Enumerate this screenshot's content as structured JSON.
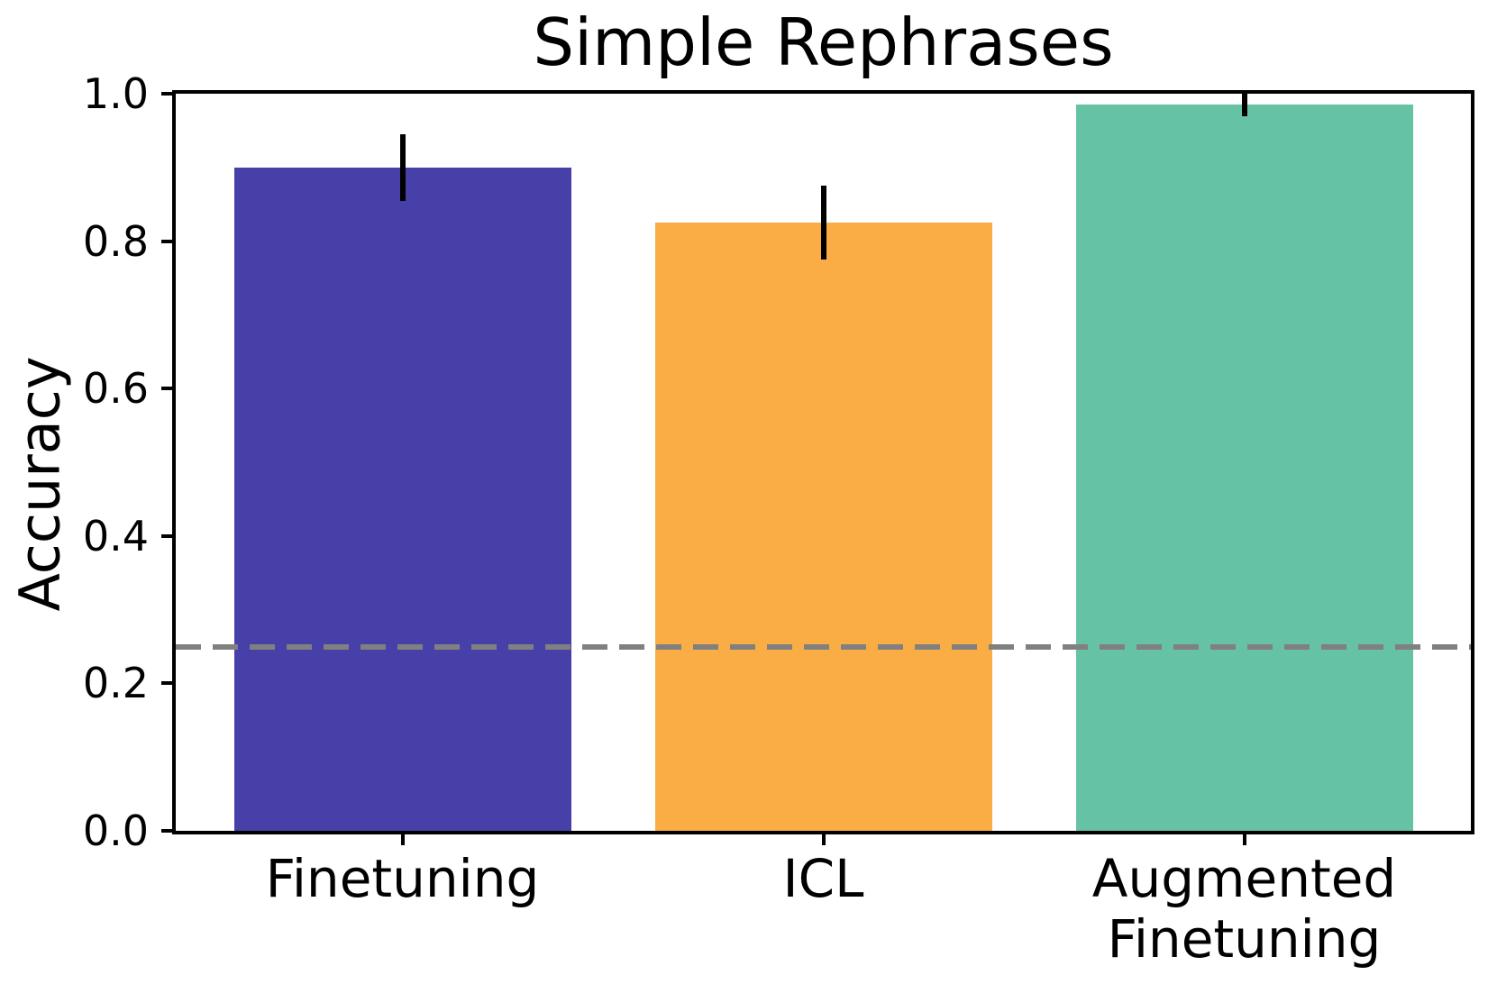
{
  "page": {
    "background": "#ffffff"
  },
  "chart_data": {
    "type": "bar",
    "title": "Simple Rephrases",
    "ylabel": "Accuracy",
    "xlabel": "",
    "categories": [
      "Finetuning",
      "ICL",
      "Augmented\nFinetuning"
    ],
    "values": [
      0.9,
      0.825,
      0.985
    ],
    "error_bars": [
      {
        "low": 0.855,
        "high": 0.945
      },
      {
        "low": 0.775,
        "high": 0.875
      },
      {
        "low": 0.97,
        "high": 1.0
      }
    ],
    "bar_colors": [
      "#4640A8",
      "#FAAD45",
      "#66C2A5"
    ],
    "error_bar_color": "#000000",
    "ylim": [
      0,
      1
    ],
    "yticks": [
      {
        "value": 0.0,
        "label": "0.0"
      },
      {
        "value": 0.2,
        "label": "0.2"
      },
      {
        "value": 0.4,
        "label": "0.4"
      },
      {
        "value": 0.6,
        "label": "0.6"
      },
      {
        "value": 0.8,
        "label": "0.8"
      },
      {
        "value": 1.0,
        "label": "1.0"
      }
    ],
    "grid": false,
    "legend": null,
    "reference_line": {
      "value": 0.25,
      "color": "#808080",
      "style": "dashed"
    },
    "text_color": "#000000",
    "spine_color": "#000000"
  }
}
